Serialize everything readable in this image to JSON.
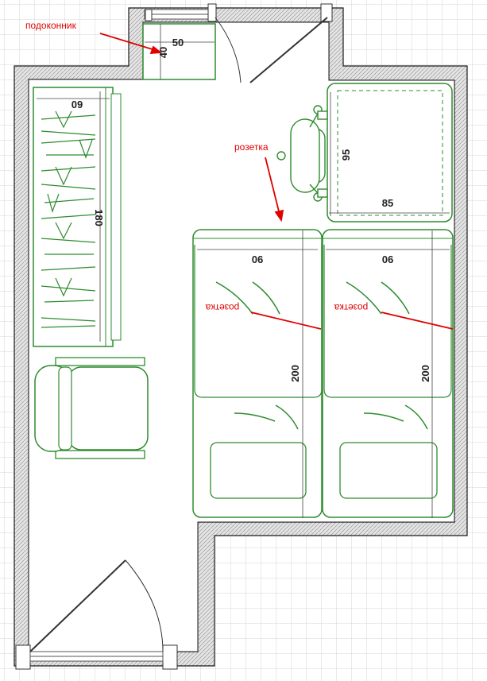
{
  "colors": {
    "grid": "#d6d6d6",
    "wall_fill": "#cfcfcf",
    "wall_line": "#1a1a1a",
    "furniture": "#2e8b2e",
    "dimension_text": "#222222",
    "annotation": "#e00000"
  },
  "annotations": {
    "sill_label": "подоконник",
    "socket_label": "розетка",
    "socket_bed_left": "розетка",
    "socket_bed_right": "розетка"
  },
  "dimensions": {
    "sill_width": "50",
    "sill_depth": "40",
    "wardrobe_width": "60",
    "wardrobe_length": "180",
    "desk_depth": "95",
    "desk_width": "85",
    "bed_left_width": "90",
    "bed_left_length": "200",
    "bed_right_width": "90",
    "bed_right_length": "200"
  },
  "icons": {
    "office_chair": "office-chair-icon",
    "armchair": "armchair-icon",
    "bed": "bed-icon",
    "door": "door-icon",
    "window": "window-icon"
  }
}
